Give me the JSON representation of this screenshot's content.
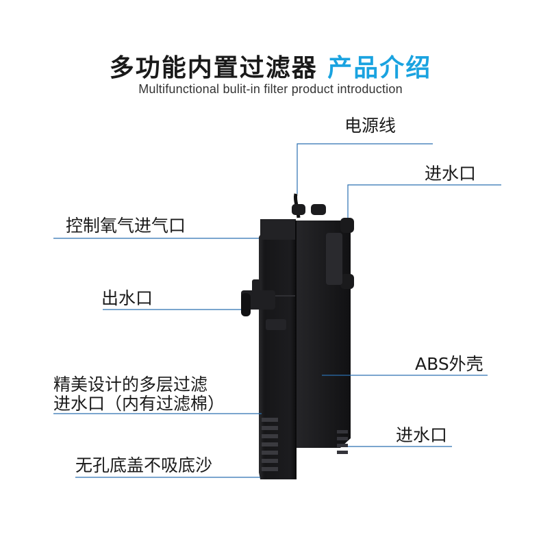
{
  "header": {
    "title_part1": "多功能内置过滤器",
    "title_part2": "产品介绍",
    "subtitle": "Multifunctional bulit-in filter product introduction"
  },
  "labels": {
    "power_cord": "电源线",
    "inlet_top": "进水口",
    "air_inlet": "控制氧气进气口",
    "outlet": "出水口",
    "abs_shell": "ABS外壳",
    "multilayer_line1": "精美设计的多层过滤",
    "multilayer_line2": "进水口（内有过滤棉）",
    "inlet_side": "进水口",
    "bottom_cover": "无孔底盖不吸底沙"
  },
  "colors": {
    "title_black": "#1a1a1a",
    "title_blue": "#1aa3e0",
    "leader_line": "#2a6fb0",
    "filter_body": "#1b1b1d"
  }
}
